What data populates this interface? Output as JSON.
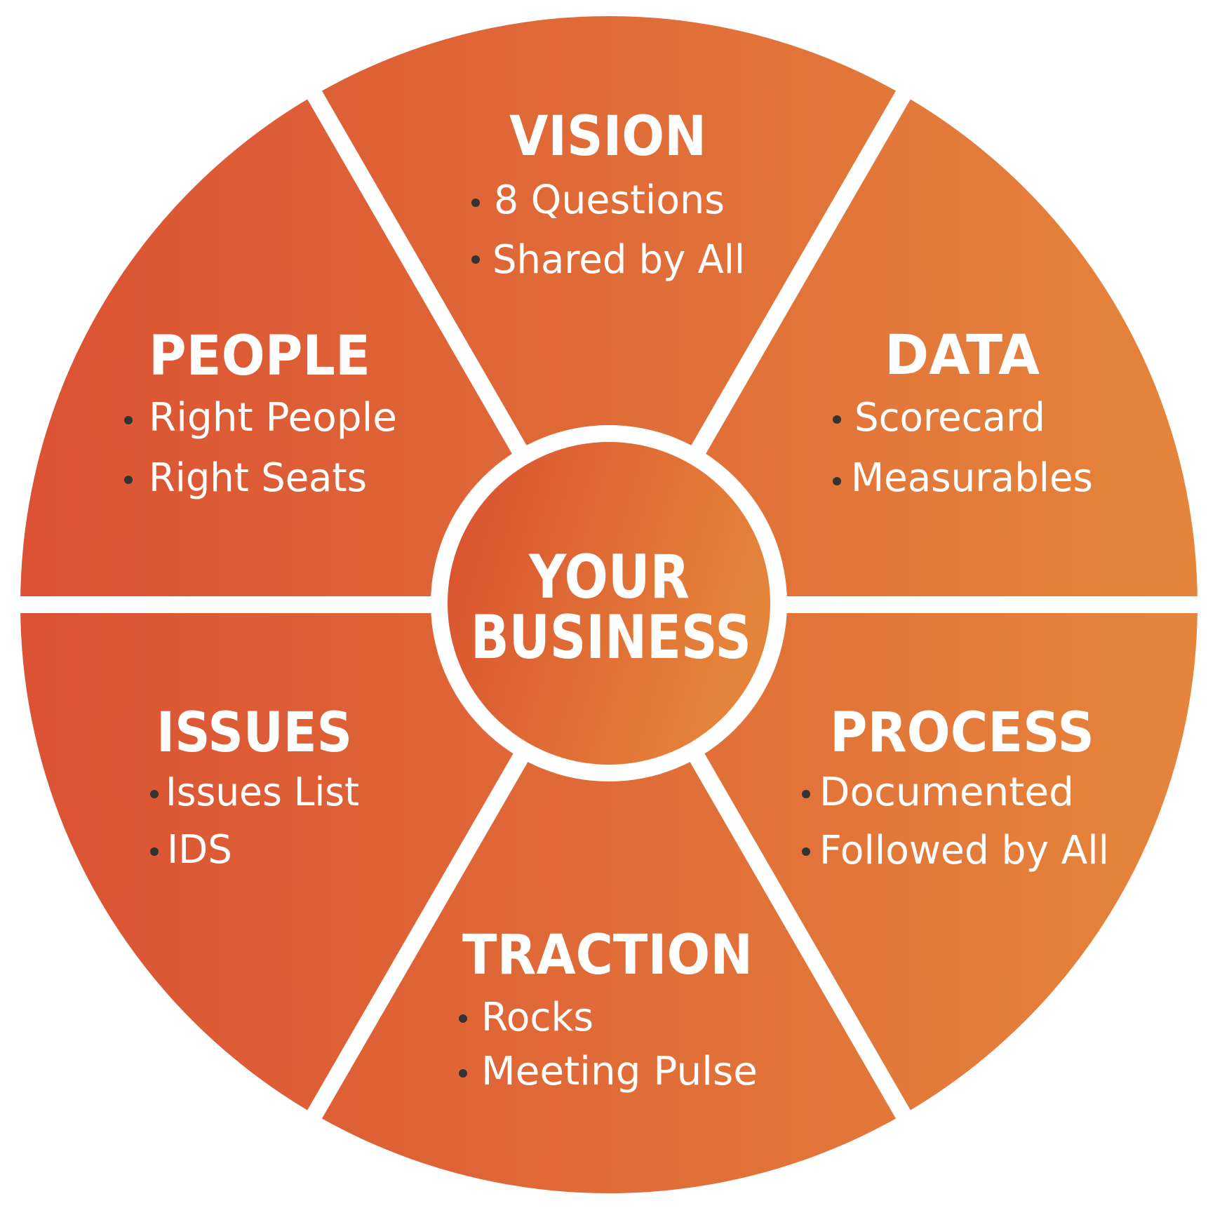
{
  "colors": {
    "gradient_start": "#db5234",
    "gradient_end": "#e5853b",
    "divider": "#ffffff",
    "bullet": "#333333"
  },
  "center": {
    "line1": "YOUR",
    "line2": "BUSINESS"
  },
  "segments": {
    "vision": {
      "title": "VISION",
      "items": [
        "8 Questions",
        "Shared by All"
      ]
    },
    "people": {
      "title": "PEOPLE",
      "items": [
        "Right People",
        "Right Seats"
      ]
    },
    "data": {
      "title": "DATA",
      "items": [
        "Scorecard",
        "Measurables"
      ]
    },
    "issues": {
      "title": "ISSUES",
      "items": [
        "Issues List",
        "IDS"
      ]
    },
    "process": {
      "title": "PROCESS",
      "items": [
        "Documented",
        "Followed by All"
      ]
    },
    "traction": {
      "title": "TRACTION",
      "items": [
        "Rocks",
        "Meeting Pulse"
      ]
    }
  }
}
